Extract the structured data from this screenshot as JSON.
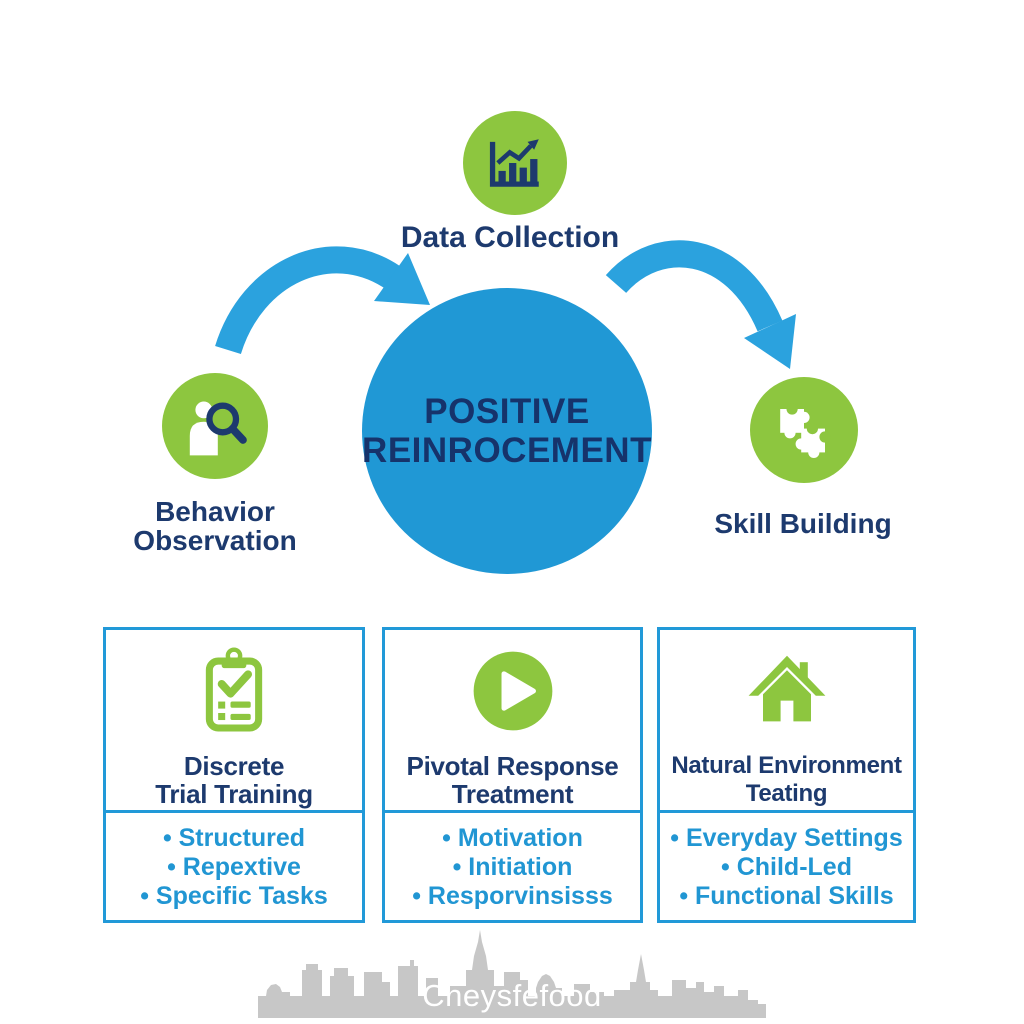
{
  "center": {
    "line1": "POSITIVE",
    "line2": "REINROCEMENT"
  },
  "nodes": {
    "top": {
      "label": "Data Collection",
      "icon": "bar-chart-trend-icon"
    },
    "left": {
      "line1": "Behavior",
      "line2": "Observation",
      "icon": "person-magnifier-icon"
    },
    "right": {
      "label": "Skill Building",
      "icon": "puzzle-pieces-icon"
    }
  },
  "cards": [
    {
      "icon": "clipboard-checklist-icon",
      "title_line1": "Discrete",
      "title_line2": "Trial Training",
      "bullets": [
        "• Structured",
        "• Repextive",
        "• Specific Tasks"
      ]
    },
    {
      "icon": "play-button-icon",
      "title_line1": "Pivotal Response",
      "title_line2": "Treatment",
      "bullets": [
        "• Motivation",
        "• Initiation",
        "• Resporvinsisss"
      ]
    },
    {
      "icon": "house-icon",
      "title_line1": "Natural Environment",
      "title_line2": "Teating",
      "bullets": [
        "• Everyday Settings",
        "• Child-Led",
        "• Functional Skills"
      ]
    }
  ],
  "footer": {
    "brand": "Cheysfefood"
  },
  "colors": {
    "green": "#8dc63f",
    "circle_blue": "#2098d5",
    "arrow_blue": "#2ba2de",
    "navy": "#1d3a6e",
    "bullet_blue": "#2196d3",
    "card_border": "#2199d8",
    "skyline_grey": "#c7c7c7",
    "footer_text": "#ffffff"
  }
}
